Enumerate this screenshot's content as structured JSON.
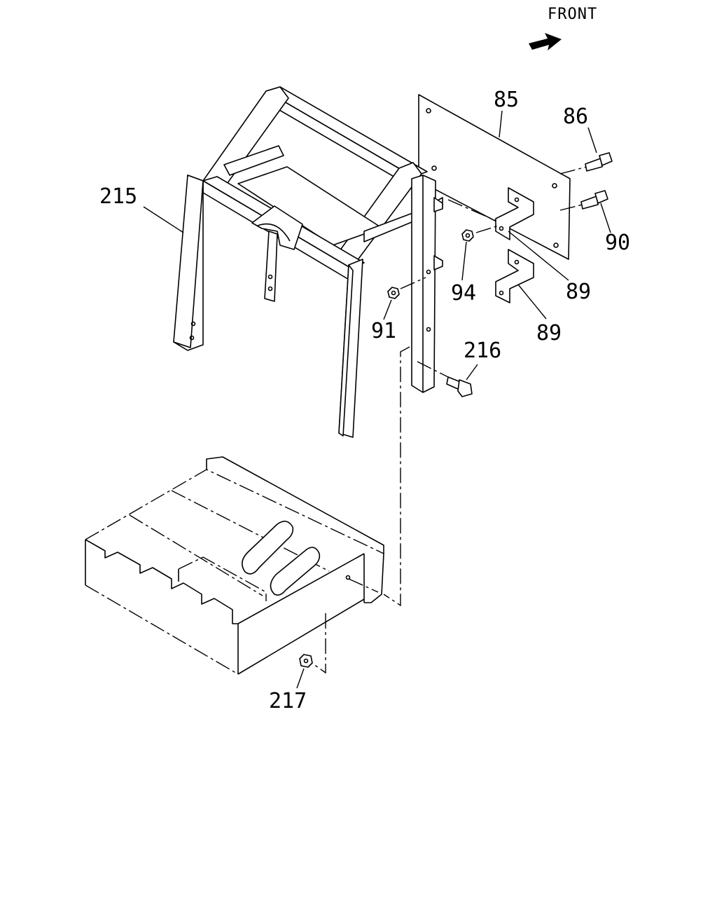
{
  "orientation": {
    "label": "FRONT"
  },
  "callouts": {
    "c85": "85",
    "c86": "86",
    "c90": "90",
    "c215": "215",
    "c94": "94",
    "c89a": "89",
    "c89b": "89",
    "c91": "91",
    "c216": "216",
    "c217": "217"
  }
}
